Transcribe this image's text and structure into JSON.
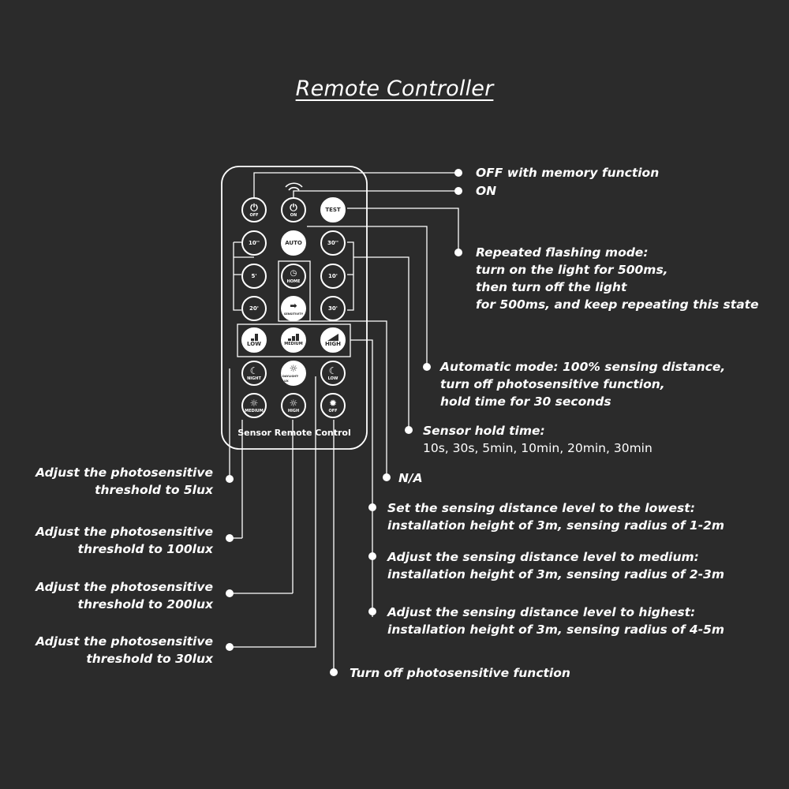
{
  "title": "Remote Controller",
  "remote": {
    "caption": "Sensor Remote Control",
    "buttons": {
      "off": "OFF",
      "on": "ON",
      "test": "TEST",
      "t10s": "10''",
      "auto": "AUTO",
      "t30s": "30''",
      "t5m": "5'",
      "home": "HOME",
      "t10m": "10'",
      "t20m": "20'",
      "sensitivity": "SENSITIVITY",
      "t30m": "30'",
      "low": "LOW",
      "medium": "MEDIUM",
      "high": "HIGH",
      "night": "NIGHT",
      "daylight": "DAYLIGHT-LUX",
      "lux_low": "LOW",
      "lux_medium": "MEDIUM",
      "lux_high": "HIGH",
      "lux_off": "OFF"
    }
  },
  "labels": {
    "off_memory": "OFF with memory function",
    "on": "ON",
    "flash": [
      "Repeated flashing mode:",
      "turn on the light for 500ms,",
      "then turn off the light",
      "for 500ms, and keep repeating this state"
    ],
    "auto": [
      "Automatic mode: 100% sensing distance,",
      "turn off photosensitive function,",
      "hold time for 30 seconds"
    ],
    "hold_title": "Sensor hold time:",
    "hold_values": "10s, 30s, 5min, 10min, 20min, 30min",
    "na": "N/A",
    "dist_low": [
      "Set the sensing distance level to the lowest:",
      "installation height of 3m, sensing radius of 1-2m"
    ],
    "dist_med": [
      "Adjust the sensing distance level to medium:",
      "installation height of 3m, sensing radius of 2-3m"
    ],
    "dist_high": [
      "Adjust the sensing distance level to highest:",
      "installation height of 3m, sensing radius of 4-5m"
    ],
    "lux5": [
      "Adjust the photosensitive",
      "threshold to 5lux"
    ],
    "lux100": [
      "Adjust the photosensitive",
      "threshold to 100lux"
    ],
    "lux200": [
      "Adjust the photosensitive",
      "threshold to 200lux"
    ],
    "lux30": [
      "Adjust the photosensitive",
      "threshold to 30lux"
    ],
    "photo_off": "Turn off photosensitive function"
  },
  "colors": {
    "background": "#2b2b2b",
    "foreground": "#ffffff"
  }
}
